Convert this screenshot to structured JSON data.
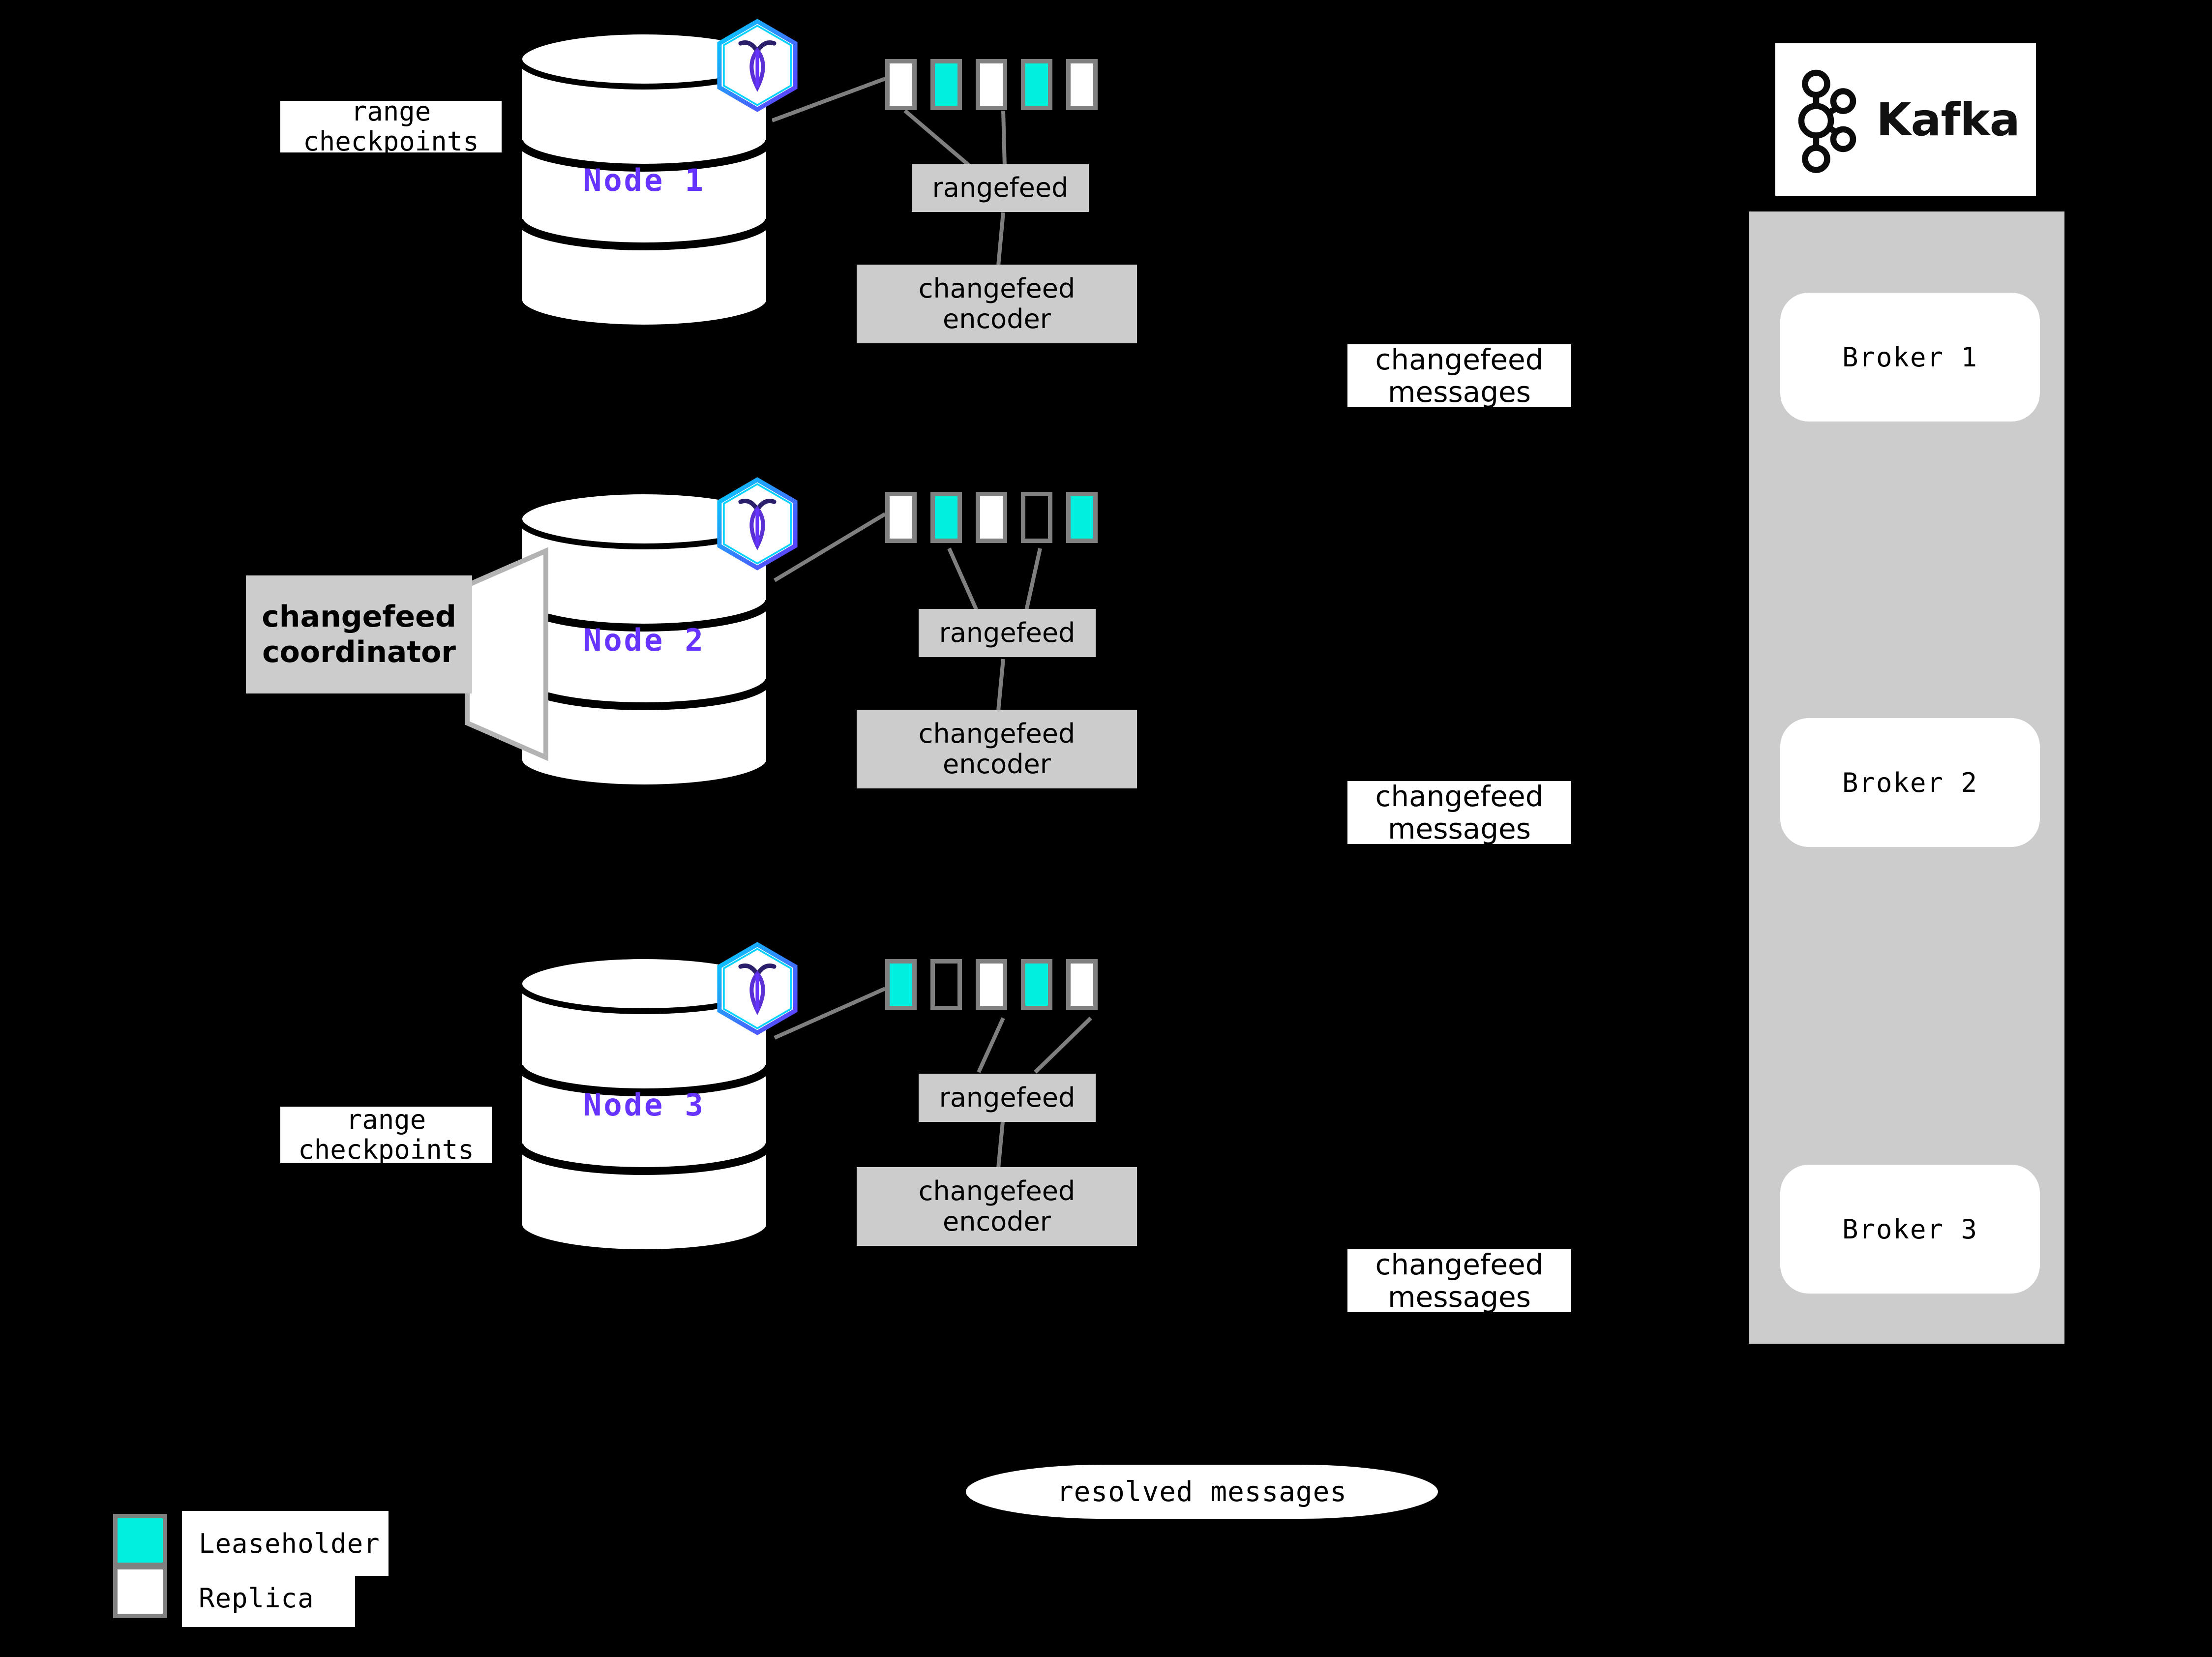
{
  "diagram": {
    "title": "CockroachDB changefeed to Kafka architecture",
    "background_color": "#000000"
  },
  "colors": {
    "leaseholder": "#00F0E0",
    "replica": "#FFFFFF",
    "node_label": "#6633FF",
    "box_gray": "#CCCCCC",
    "border_gray": "#808080",
    "connector_gray": "#7F7F7F"
  },
  "nodes": [
    {
      "label": "Node 1",
      "logo": "cockroachdb-hexagon-icon",
      "ranges": [
        "replica",
        "leaseholder",
        "replica",
        "leaseholder",
        "replica"
      ],
      "rangefeed_label": "rangefeed",
      "encoder_label": "changefeed\nencoder",
      "encoder_line1": "changefeed",
      "encoder_line2": "encoder",
      "side_label_line1": "range",
      "side_label_line2": "checkpoints"
    },
    {
      "label": "Node 2",
      "logo": "cockroachdb-hexagon-icon",
      "ranges": [
        "replica",
        "leaseholder",
        "replica",
        "empty",
        "leaseholder"
      ],
      "rangefeed_label": "rangefeed",
      "encoder_label": "changefeed\nencoder",
      "encoder_line1": "changefeed",
      "encoder_line2": "encoder",
      "coordinator_line1": "changefeed",
      "coordinator_line2": "coordinator"
    },
    {
      "label": "Node 3",
      "logo": "cockroachdb-hexagon-icon",
      "ranges": [
        "leaseholder",
        "empty",
        "replica",
        "leaseholder",
        "replica"
      ],
      "rangefeed_label": "rangefeed",
      "encoder_label": "changefeed\nencoder",
      "encoder_line1": "changefeed",
      "encoder_line2": "encoder",
      "side_label_line1": "range",
      "side_label_line2": "checkpoints"
    }
  ],
  "message_labels": [
    {
      "line1": "changefeed",
      "line2": "messages"
    },
    {
      "line1": "changefeed",
      "line2": "messages"
    },
    {
      "line1": "changefeed",
      "line2": "messages"
    }
  ],
  "kafka": {
    "wordmark": "Kafka",
    "logo_icon": "kafka-node-graph-icon",
    "brokers": [
      {
        "label": "Broker 1"
      },
      {
        "label": "Broker 2"
      },
      {
        "label": "Broker 3"
      }
    ]
  },
  "resolved": {
    "label": "resolved messages"
  },
  "legend": {
    "items": [
      {
        "swatch": "leaseholder",
        "label": "Leaseholder"
      },
      {
        "swatch": "replica",
        "label": "Replica"
      }
    ]
  }
}
